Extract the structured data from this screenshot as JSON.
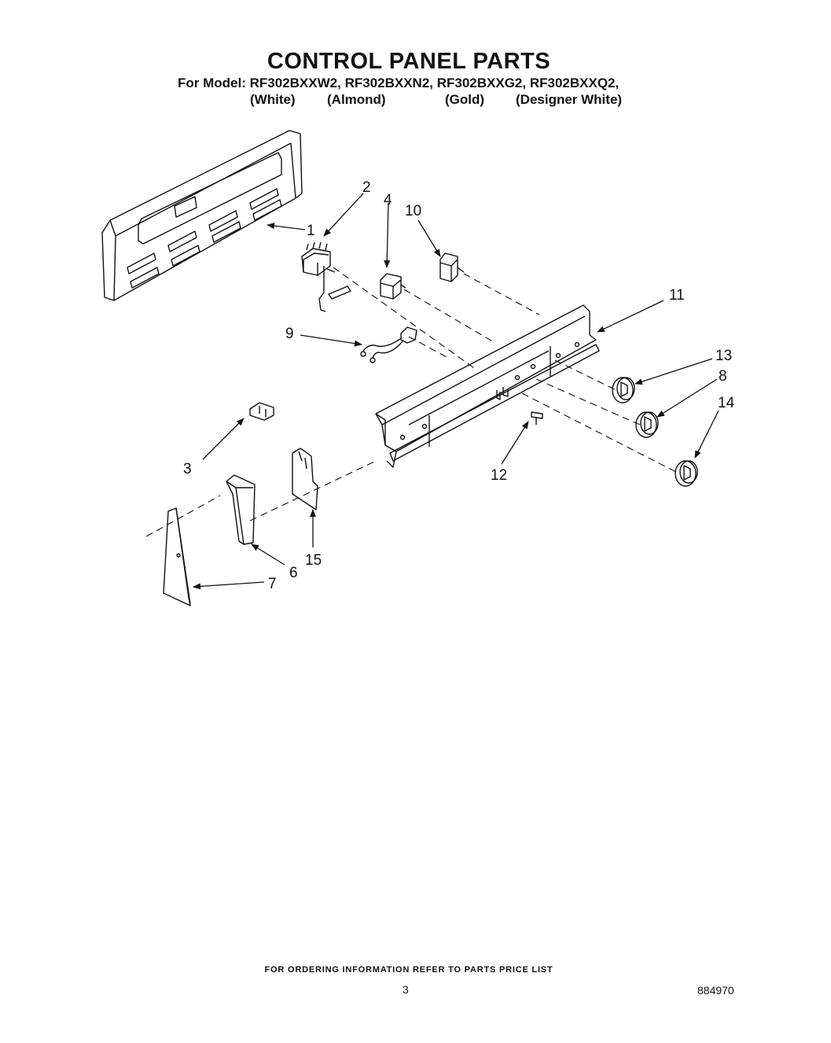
{
  "header": {
    "title": "CONTROL PANEL PARTS",
    "model_prefix": "For Model:",
    "models": [
      "RF302BXXW2,",
      "RF302BXXN2,",
      "RF302BXXG2,",
      "RF302BXXQ2,"
    ],
    "finishes": [
      "(White)",
      "(Almond)",
      "(Gold)",
      "(Designer White)"
    ]
  },
  "callouts": [
    "1",
    "2",
    "3",
    "4",
    "6",
    "7",
    "8",
    "9",
    "10",
    "11",
    "12",
    "13",
    "14",
    "15"
  ],
  "footer": {
    "ordering_note": "FOR ORDERING INFORMATION REFER TO PARTS PRICE LIST",
    "page_number": "3",
    "document_number": "884970"
  }
}
